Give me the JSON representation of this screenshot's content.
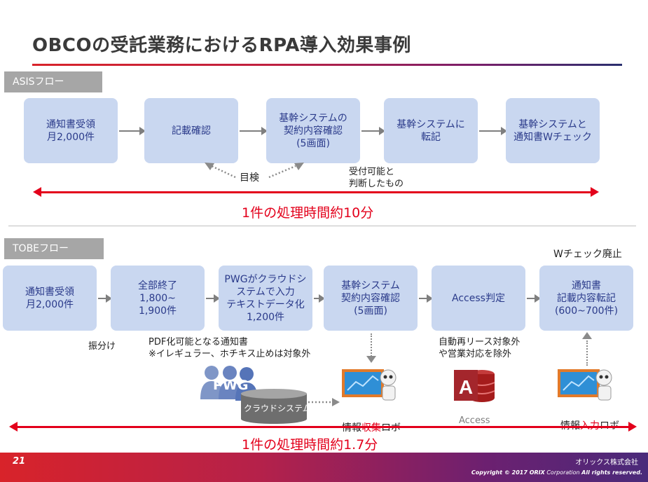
{
  "title": "OBCOの受託業務におけるRPA導入効果事例",
  "asis": {
    "tag": "ASISフロー",
    "boxes": [
      "通知書受領\n月2,000件",
      "記載確認",
      "基幹システムの\n契約内容確認\n(5画面)",
      "基幹システムに\n転記",
      "基幹システムと\n通知書Wチェック"
    ],
    "visual_check": "目検",
    "note": "受付可能と\n判断したもの",
    "time": "1件の処理時間約10分"
  },
  "tobe": {
    "tag": "TOBEフロー",
    "boxes": [
      "通知書受領\n月2,000件",
      "全部終了\n1,800~\n1,900件",
      "PWGがクラウドシ\nステムで入力\nテキストデータ化\n1,200件",
      "基幹システム\n契約内容確認\n(5画面)",
      "Access判定",
      "通知書\n記載内容転記\n(600~700件)"
    ],
    "wcheck": "Wチェック廃止",
    "sort": "振分け",
    "pdf_note": "PDF化可能となる通知書\n※イレギュラー、ホチキス止めは対象外",
    "auto_note": "自動再リース対象外\nや営業対応を除外",
    "pwg_label": "PWG",
    "cloud_label": "クラウドシステム",
    "robot_collect": {
      "pre": "情報",
      "em": "収集",
      "post": "ロボ"
    },
    "access_label": "Access",
    "robot_input": {
      "pre": "情報",
      "em": "入力",
      "post": "ロボ"
    },
    "time": "1件の処理時間約1.7分"
  },
  "footer": {
    "page": "21",
    "company": "オリックス株式会社",
    "copyright_pre": "Copyright © 2017 ORIX",
    "copyright_mid": " Corporation ",
    "copyright_post": "All rights reserved."
  },
  "colors": {
    "box": "#c9d7f0",
    "box_text": "#2a3a8a",
    "red": "#e3001b",
    "tag": "#a6a6a6"
  }
}
